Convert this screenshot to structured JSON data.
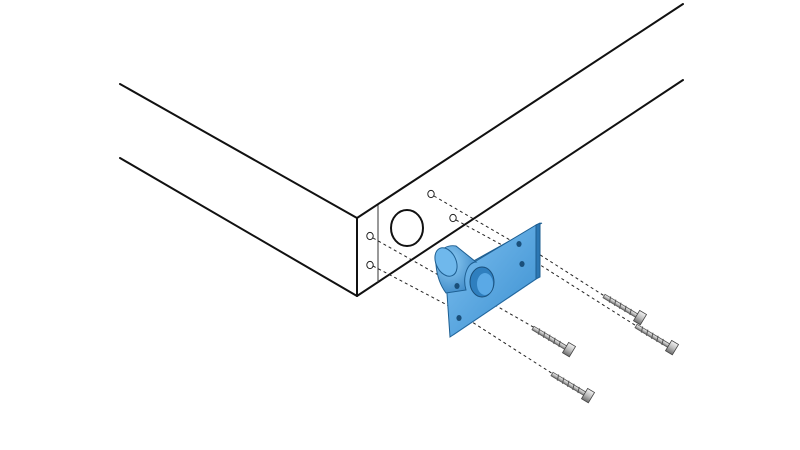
{
  "colors": {
    "background": "#ffffff",
    "line": "#111111",
    "bracket_face": "#5aa9e6",
    "bracket_side": "#2f7fbf",
    "bracket_highlight": "#8cc8f2",
    "screw_light": "#e6e6e6",
    "screw_dark": "#777777"
  },
  "parts": {
    "board": "board",
    "bracket": "mounting-flange",
    "screws": 4
  }
}
